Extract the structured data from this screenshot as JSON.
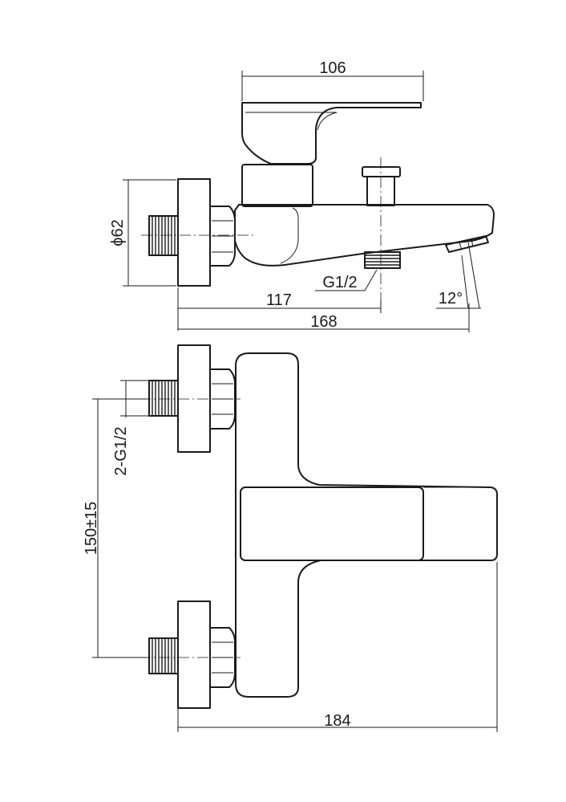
{
  "dimensions": {
    "top_width": "106",
    "diameter": "ϕ62",
    "thread_g12": "G1/2",
    "length_117": "117",
    "angle": "12°",
    "length_168": "168",
    "thread_2g12": "2-G1/2",
    "spacing": "150±15",
    "width_184": "184"
  }
}
